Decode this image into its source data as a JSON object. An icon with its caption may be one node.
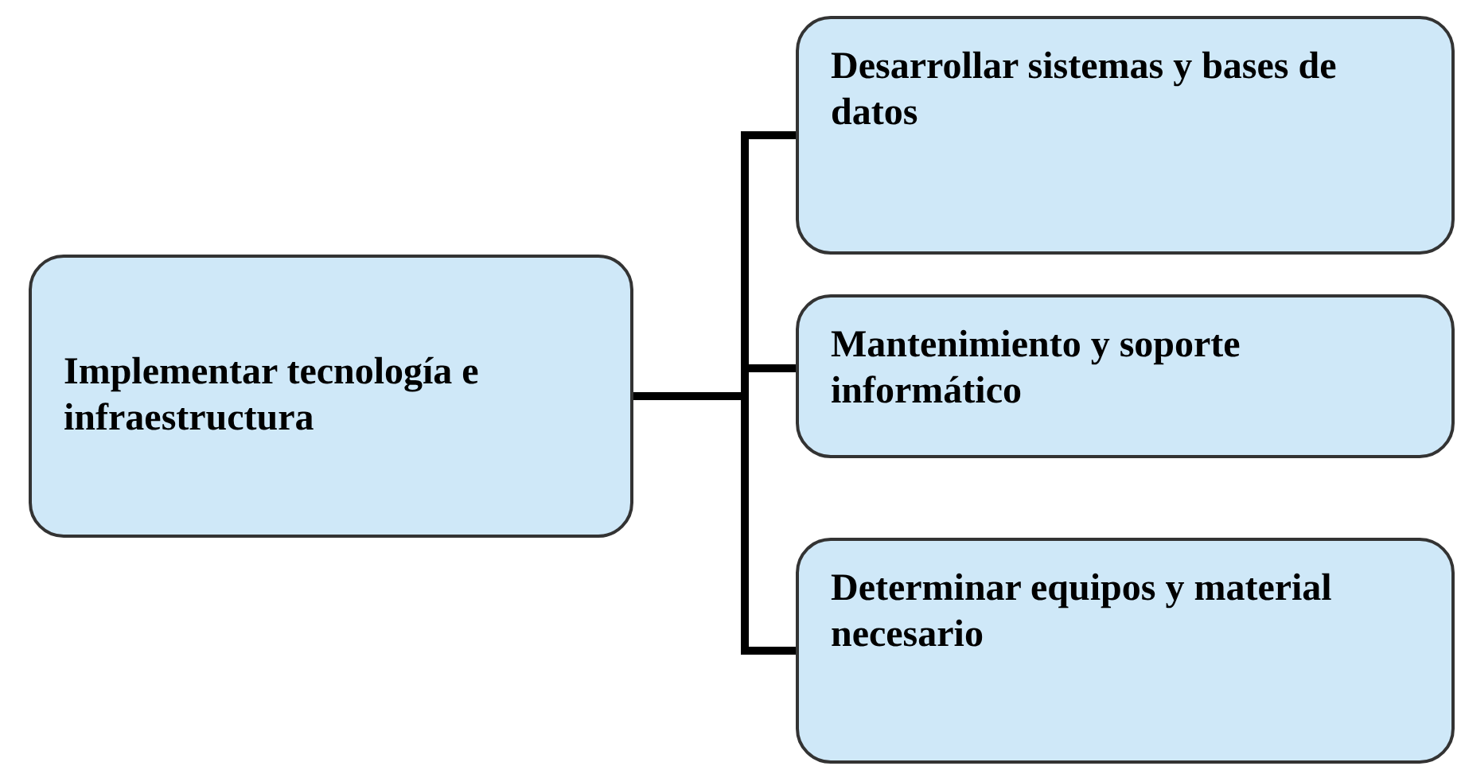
{
  "diagram": {
    "nodes": [
      {
        "text": [
          "Implementar tecnología e infraestructura"
        ]
      },
      {
        "text": [
          "Desarrollar sistemas y bases de datos"
        ]
      },
      {
        "text": [
          "Mantenimiento y soporte informático"
        ]
      },
      {
        "text": [
          "Determinar equipos y material necesario"
        ]
      }
    ],
    "edges": [
      {
        "from": 0,
        "to": 1,
        "arrow": "none"
      },
      {
        "from": 0,
        "to": 2,
        "arrow": "none"
      },
      {
        "from": 0,
        "to": 3,
        "arrow": "none"
      }
    ]
  }
}
